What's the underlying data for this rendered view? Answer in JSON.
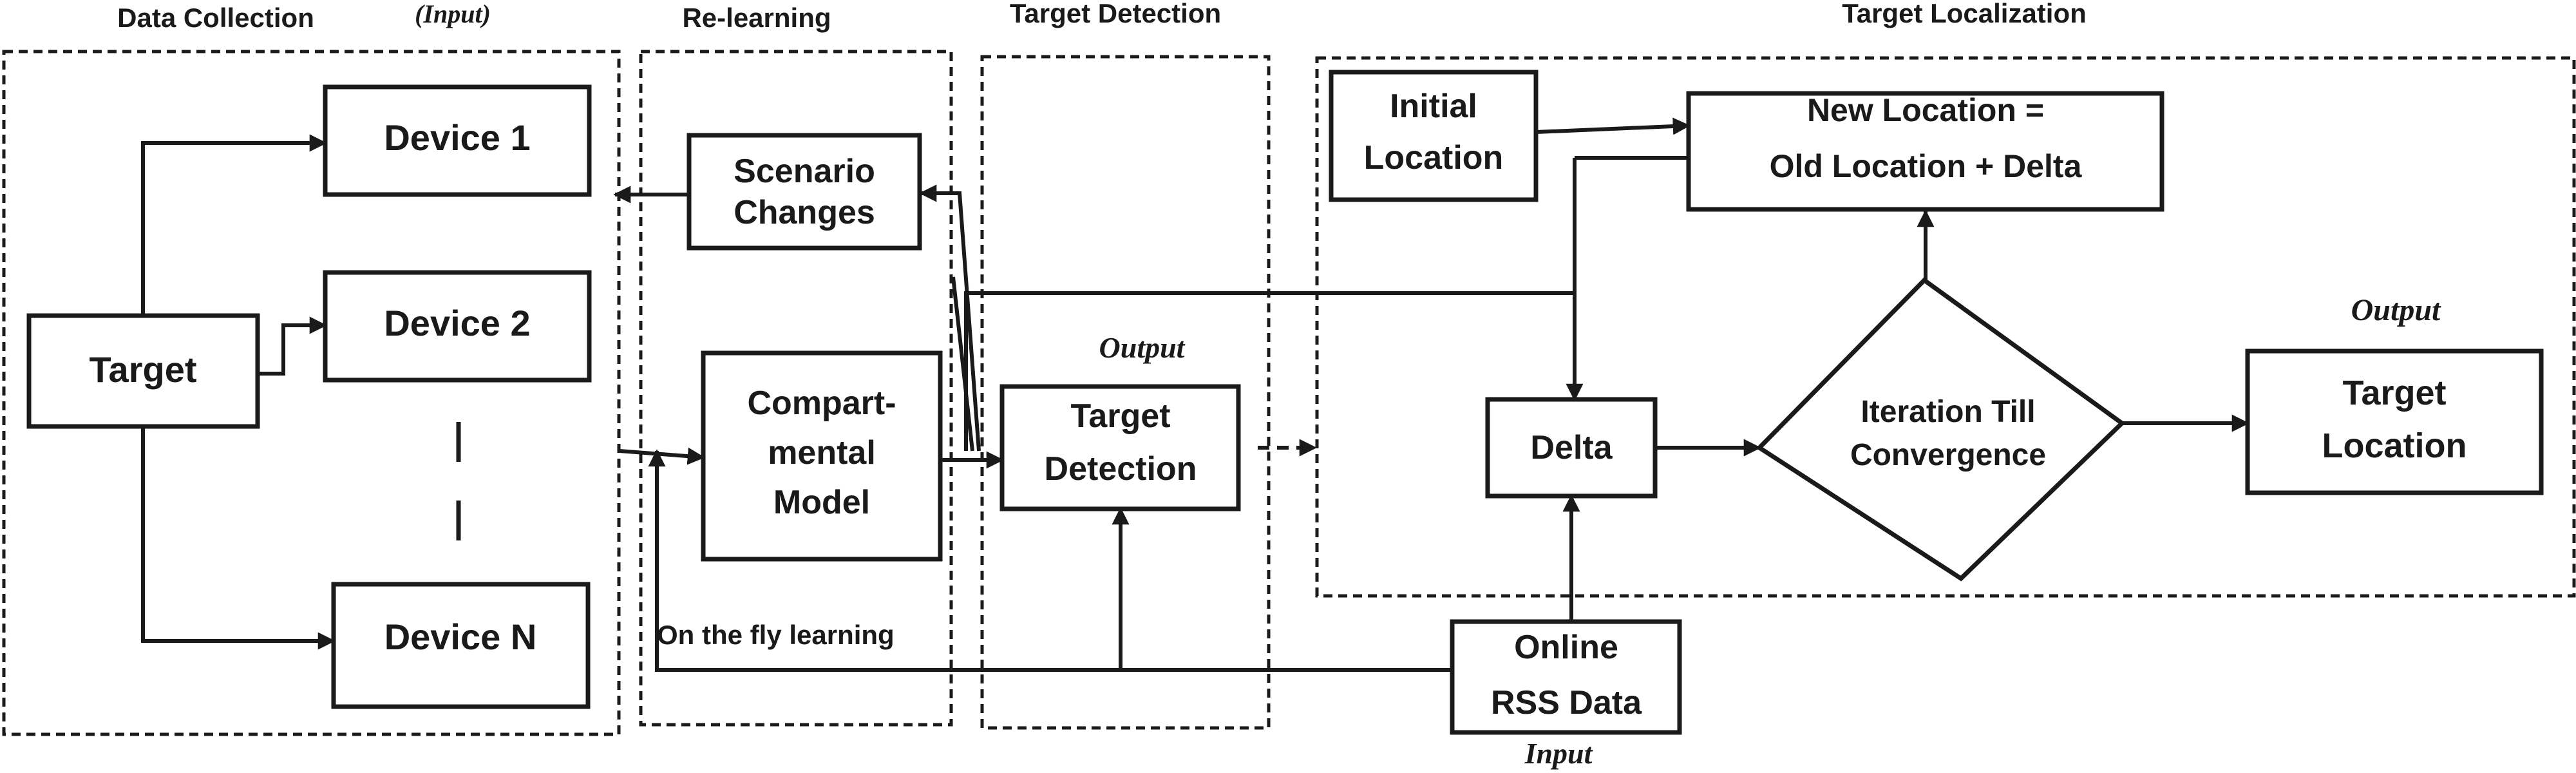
{
  "sections": {
    "data_collection": "Data Collection",
    "input_top": "(Input)",
    "relearning": "Re-learning",
    "target_detection": "Target Detection",
    "target_localization": "Target Localization"
  },
  "nodes": {
    "target": "Target",
    "device1": "Device 1",
    "device2": "Device 2",
    "deviceN": "Device N",
    "scenario": [
      "Scenario",
      "Changes"
    ],
    "compartmental": [
      "Compart-",
      "mental",
      "Model"
    ],
    "detection": [
      "Target",
      "Detection"
    ],
    "initial": [
      "Initial",
      "Location"
    ],
    "newloc": [
      "New Location =",
      "Old Location + Delta"
    ],
    "delta": "Delta",
    "iteration": [
      "Iteration Till",
      "Convergence"
    ],
    "target_location": [
      "Target",
      "Location"
    ],
    "rss": [
      "Online",
      "RSS Data"
    ]
  },
  "annotations": {
    "output_detection": "Output",
    "output_location": "Output",
    "input_bottom": "Input",
    "on_the_fly": "On the fly learning"
  }
}
